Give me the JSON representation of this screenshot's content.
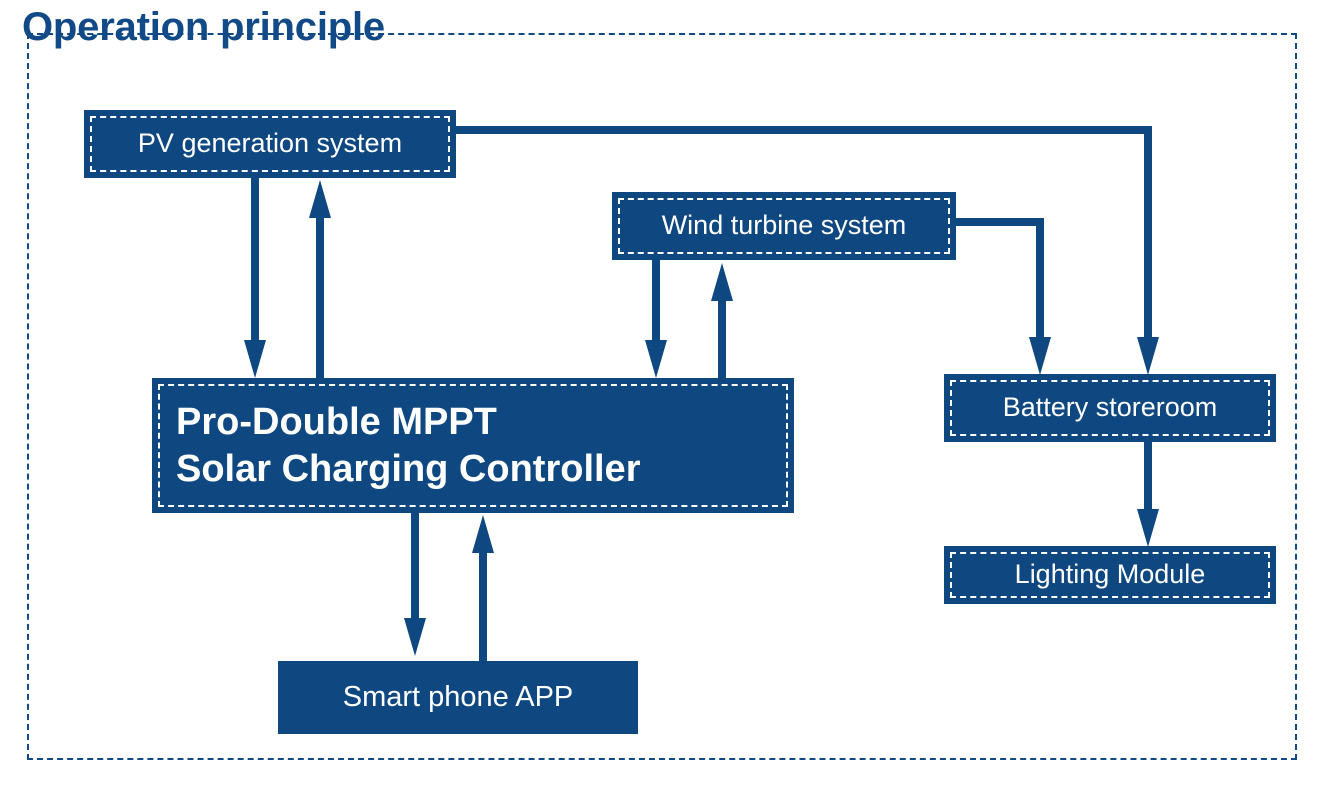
{
  "diagram": {
    "title": "Operation principle",
    "accent_color": "#0f4880",
    "title_color": "#114a87",
    "frame_style": "dashed",
    "nodes": [
      {
        "id": "pv",
        "label": "PV generation system",
        "style": "dashed-inner"
      },
      {
        "id": "wind",
        "label": "Wind turbine system",
        "style": "dashed-inner"
      },
      {
        "id": "controller",
        "label": "Pro-Double MPPT\nSolar Charging Controller",
        "style": "dashed-inner"
      },
      {
        "id": "battery",
        "label": "Battery storeroom",
        "style": "dashed-inner"
      },
      {
        "id": "lighting",
        "label": "Lighting Module",
        "style": "dashed-inner"
      },
      {
        "id": "app",
        "label": "Smart phone APP",
        "style": "solid"
      }
    ],
    "connections": [
      {
        "from": "pv",
        "to": "controller",
        "direction": "down"
      },
      {
        "from": "controller",
        "to": "pv",
        "direction": "up"
      },
      {
        "from": "wind",
        "to": "controller",
        "direction": "down"
      },
      {
        "from": "controller",
        "to": "wind",
        "direction": "up"
      },
      {
        "from": "pv",
        "to": "battery",
        "direction": "down"
      },
      {
        "from": "wind",
        "to": "battery",
        "direction": "down"
      },
      {
        "from": "battery",
        "to": "lighting",
        "direction": "down"
      },
      {
        "from": "controller",
        "to": "app",
        "direction": "down"
      },
      {
        "from": "app",
        "to": "controller",
        "direction": "up"
      }
    ]
  }
}
